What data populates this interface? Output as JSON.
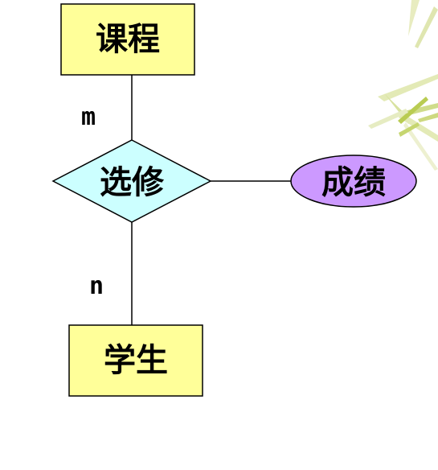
{
  "diagram": {
    "entities": {
      "course": "课程",
      "student": "学生"
    },
    "relationship": "选修",
    "attribute": "成绩",
    "cardinality": {
      "course_side": "m",
      "student_side": "n"
    },
    "colors": {
      "entity_fill": "#ffff99",
      "relationship_fill": "#ccffff",
      "attribute_fill": "#cc99ff",
      "line": "#000000"
    }
  }
}
